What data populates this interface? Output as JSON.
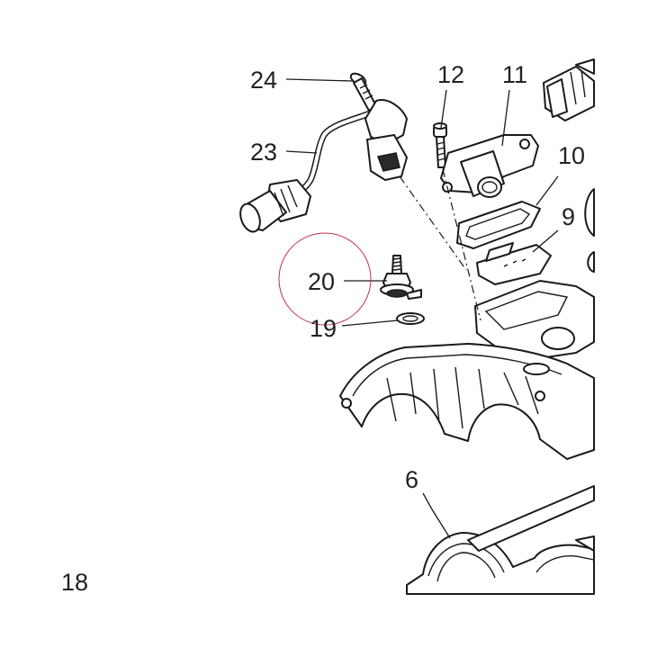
{
  "callouts": {
    "c24": "24",
    "c12": "12",
    "c11": "11",
    "c23": "23",
    "c10": "10",
    "c9": "9",
    "c20": "20",
    "c19": "19",
    "c6": "6"
  },
  "page_number": "18",
  "highlight_color": "#c0304a"
}
